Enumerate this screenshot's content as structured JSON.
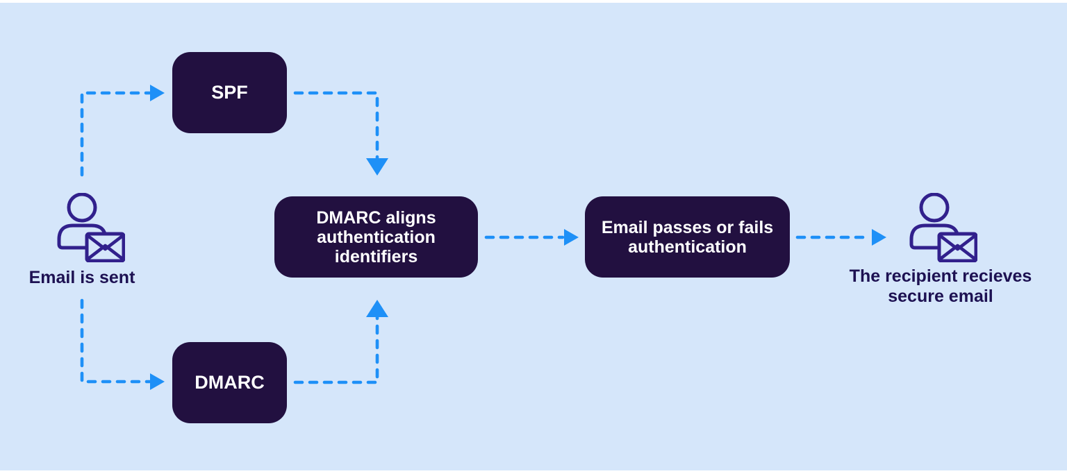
{
  "colors": {
    "background": "#d5e6fa",
    "node_fill": "#221040",
    "node_text": "#ffffff",
    "arrow": "#1e90f7",
    "icon_stroke": "#31208c",
    "label_text": "#1d1152",
    "page_edge": "#ffffff"
  },
  "nodes": {
    "spf": {
      "label": "SPF"
    },
    "dmarc": {
      "label": "DMARC"
    },
    "aligns": {
      "label": "DMARC aligns authentication identifiers"
    },
    "passes": {
      "label": "Email passes or fails authentication"
    }
  },
  "captions": {
    "sender": "Email is sent",
    "recipient": "The recipient recieves secure email"
  },
  "icons": {
    "sender": "person-with-envelope-icon",
    "recipient": "person-with-envelope-icon"
  },
  "edges": [
    {
      "from": "sender",
      "to": "spf"
    },
    {
      "from": "sender",
      "to": "dmarc"
    },
    {
      "from": "spf",
      "to": "aligns"
    },
    {
      "from": "dmarc",
      "to": "aligns"
    },
    {
      "from": "aligns",
      "to": "passes"
    },
    {
      "from": "passes",
      "to": "recipient"
    }
  ]
}
